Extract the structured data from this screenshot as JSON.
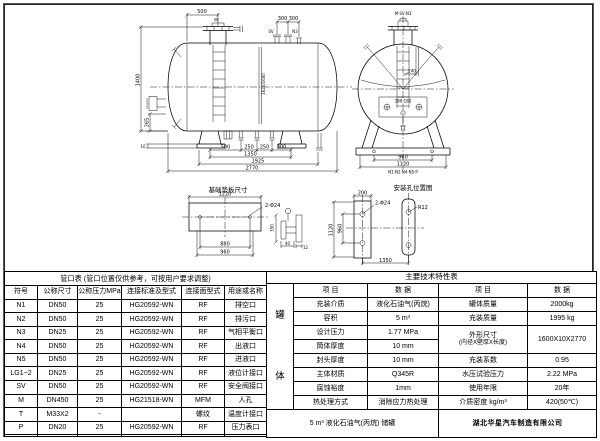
{
  "nozzle_table": {
    "title": "管口表 (管口位置仅供参考，可按用户要求调整)",
    "headers": [
      "符号",
      "公称尺寸",
      "公称压力MPa",
      "连接标准及型式",
      "连接面型式",
      "用途或名称"
    ],
    "rows": [
      [
        "N1",
        "DN50",
        "25",
        "HG20592-WN",
        "RF",
        "排空口"
      ],
      [
        "N2",
        "DN50",
        "25",
        "HG20592-WN",
        "RF",
        "排污口"
      ],
      [
        "N3",
        "DN25",
        "25",
        "HG20592-WN",
        "RF",
        "气相平衡口"
      ],
      [
        "N4",
        "DN50",
        "25",
        "HG20592-WN",
        "RF",
        "出液口"
      ],
      [
        "N5",
        "DN50",
        "25",
        "HG20592-WN",
        "RF",
        "进液口"
      ],
      [
        "LG1~2",
        "DN25",
        "25",
        "HG20592-WN",
        "RF",
        "液位计接口"
      ],
      [
        "SV",
        "DN50",
        "25",
        "HG20592-WN",
        "RF",
        "安全阀接口"
      ],
      [
        "M",
        "DN450",
        "25",
        "HG21518-WN",
        "MFM",
        "人孔"
      ],
      [
        "T",
        "M33X2",
        "-",
        "",
        "螺纹",
        "温度计接口"
      ],
      [
        "P",
        "DN20",
        "25",
        "HG20592-WN",
        "RF",
        "压力表口"
      ],
      [
        "",
        "",
        "",
        "",
        "",
        ""
      ]
    ]
  },
  "spec_table": {
    "title": "主要技术特性表",
    "group_chars": [
      "罐",
      "体"
    ],
    "headers": [
      "项 目",
      "数 据",
      "项 目",
      "数 据"
    ],
    "left_rows": [
      {
        "item": "充装介质",
        "value": "液化石油气(丙烷)"
      },
      {
        "item": "容积",
        "value": "5 m³"
      },
      {
        "item": "设计压力",
        "value": "1.77 MPa"
      },
      {
        "item": "筒体厚度",
        "value": "10 mm"
      },
      {
        "item": "封头厚度",
        "value": "10 mm"
      },
      {
        "item": "主体材质",
        "value": "Q345R"
      },
      {
        "item": "腐蚀裕度",
        "value": "1mm"
      },
      {
        "item": "热处理方式",
        "value": "消除应力热处理"
      }
    ],
    "right_rows": [
      {
        "item": "罐体质量",
        "value": "2000kg"
      },
      {
        "item": "充装质量",
        "value": "1995 kg"
      },
      {
        "item": "外形尺寸",
        "item_sub": "(内径X壁厚X长度)",
        "value": "1600X10X2770"
      },
      {
        "item": "充装系数",
        "value": "0.95"
      },
      {
        "item": "水压试验压力",
        "value": "2.22 MPa"
      },
      {
        "item": "使用年限",
        "value": "20年"
      },
      {
        "item": "介质密度 kg/m³",
        "value": "420(50℃)"
      }
    ],
    "footer_title": "5 m³ 液化石油气(丙烷) 储罐",
    "company": "湖北华星汽车制造有限公司"
  },
  "drawing": {
    "side": {
      "dim_top_500": "500",
      "dim_top_300a": "300",
      "dim_top_300b": "300",
      "dim_left_1400": "1400",
      "dim_left_265": "265",
      "dim_left_10": "10",
      "dim_dia": "1620/1600",
      "dim_bot_500": "500",
      "dim_bot_250a": "250",
      "dim_bot_250b": "250",
      "dim_bot_300": "300",
      "dim_bot_1350": "1350",
      "dim_bot_1925": "1925",
      "dim_bot_2770": "2770",
      "tag_m": "M",
      "tag_sv": "SV",
      "tag_n3": "N3"
    },
    "end": {
      "label_top": "M·SV·N3",
      "dim_240": "240",
      "pad_label": "180  180",
      "dim_960": "960",
      "dim_1120": "1120",
      "label_bottom": "N1·N2·N4·N5·P"
    },
    "base_plate": {
      "title": "基础垫板尺寸",
      "dim_1220": "1220",
      "dim_880": "880",
      "dim_960": "960",
      "holes": "2-Φ24",
      "dim_40": "40",
      "dim_12": "12",
      "dim_350": "350"
    },
    "install": {
      "title": "安装孔位置图",
      "dim_200": "200",
      "dim_1120": "1120",
      "dim_960": "960",
      "dim_1350": "1350",
      "holes": "2-Φ24",
      "radius": "R12"
    }
  }
}
